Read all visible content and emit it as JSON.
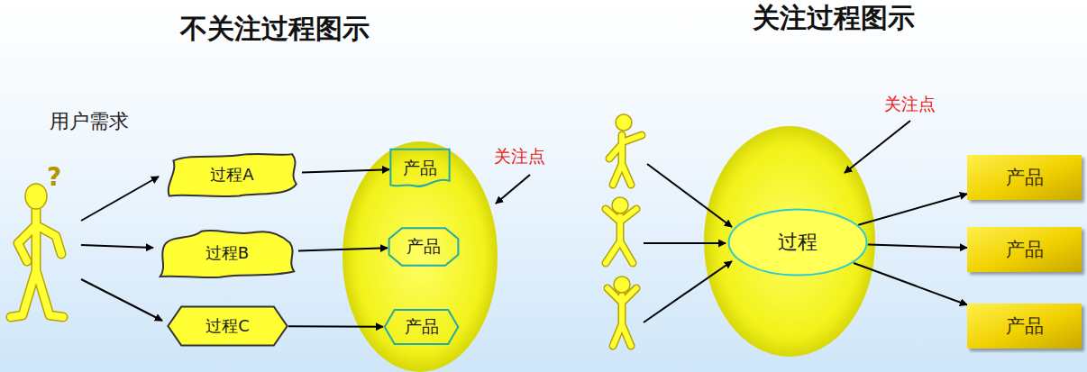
{
  "diagram": {
    "title": "不关注过程图示",
    "nodes": [
      {
        "text": [
          "过程A"
        ]
      },
      {
        "text": [
          "过程B"
        ]
      },
      {
        "text": [
          "过程C"
        ]
      },
      {
        "text": [
          "产品"
        ]
      },
      {
        "text": [
          "产品"
        ]
      },
      {
        "text": [
          "产品"
        ]
      },
      {
        "text": [
          "过程"
        ]
      },
      {
        "text": [
          "产品"
        ]
      },
      {
        "text": [
          "产品"
        ]
      },
      {
        "text": [
          "产品"
        ]
      }
    ],
    "edges": [
      {
        "from": 0,
        "to": 3,
        "arrow": "to"
      },
      {
        "from": 1,
        "to": 4,
        "arrow": "to"
      },
      {
        "from": 2,
        "to": 5,
        "arrow": "to"
      },
      {
        "from": 6,
        "to": 7,
        "arrow": "to"
      },
      {
        "from": 6,
        "to": 8,
        "arrow": "to"
      },
      {
        "from": 6,
        "to": 9,
        "arrow": "to"
      }
    ],
    "labels": [
      "关注过程图示",
      "用户需求",
      "?",
      "关注点",
      "关注点"
    ]
  }
}
